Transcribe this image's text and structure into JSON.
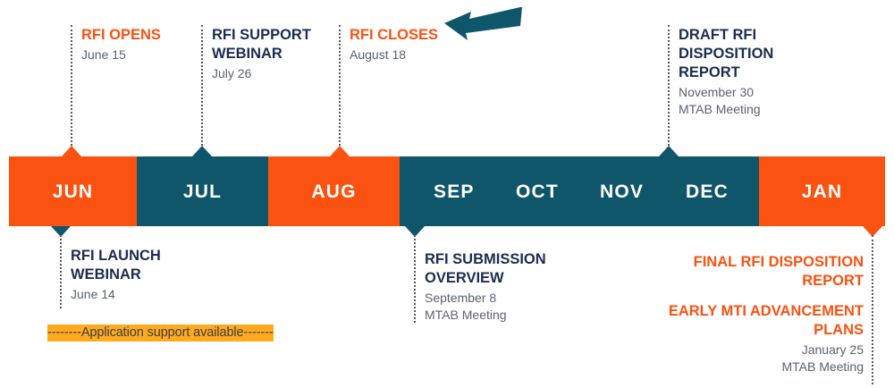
{
  "timeline": {
    "bar": {
      "months": [
        {
          "label": "JUN",
          "color": "orange"
        },
        {
          "label": "JUL",
          "color": "teal"
        },
        {
          "label": "AUG",
          "color": "orange"
        },
        {
          "label": "SEP",
          "color": "teal"
        },
        {
          "label": "OCT",
          "color": "teal"
        },
        {
          "label": "NOV",
          "color": "teal"
        },
        {
          "label": "DEC",
          "color": "teal"
        },
        {
          "label": "JAN",
          "color": "orange"
        }
      ],
      "colors": {
        "orange": "#FA5211",
        "teal": "#10566B"
      }
    },
    "events_above": [
      {
        "title": "RFI OPENS",
        "meta": "June 15",
        "title_color": "orange",
        "marker_color": "orange"
      },
      {
        "title": "RFI SUPPORT\nWEBINAR",
        "meta": "July 26",
        "title_color": "navy",
        "marker_color": "teal"
      },
      {
        "title": "RFI CLOSES",
        "meta": "August 18",
        "title_color": "orange",
        "marker_color": "orange"
      },
      {
        "title": "DRAFT RFI\nDISPOSITION\nREPORT",
        "meta": "November 30\nMTAB Meeting",
        "title_color": "navy",
        "marker_color": "teal"
      }
    ],
    "events_below": [
      {
        "title": "RFI LAUNCH\nWEBINAR",
        "meta": "June 14",
        "title_color": "navy",
        "marker_color": "teal"
      },
      {
        "title": "RFI SUBMISSION\nOVERVIEW",
        "meta": "September 8\nMTAB Meeting",
        "title_color": "navy",
        "marker_color": "teal"
      },
      {
        "title": "FINAL RFI  DISPOSITION\nREPORT",
        "title2": "EARLY MTI ADVANCEMENT\nPLANS",
        "meta": "January 25\nMTAB Meeting",
        "title_color": "orange",
        "marker_color": "orange"
      }
    ],
    "support_band": {
      "text": "--------Application support available-------",
      "highlight_color": "#FFAA1E"
    },
    "annotation_arrow": {
      "name": "pointer-arrow",
      "direction": "left",
      "color": "#10566B"
    }
  }
}
